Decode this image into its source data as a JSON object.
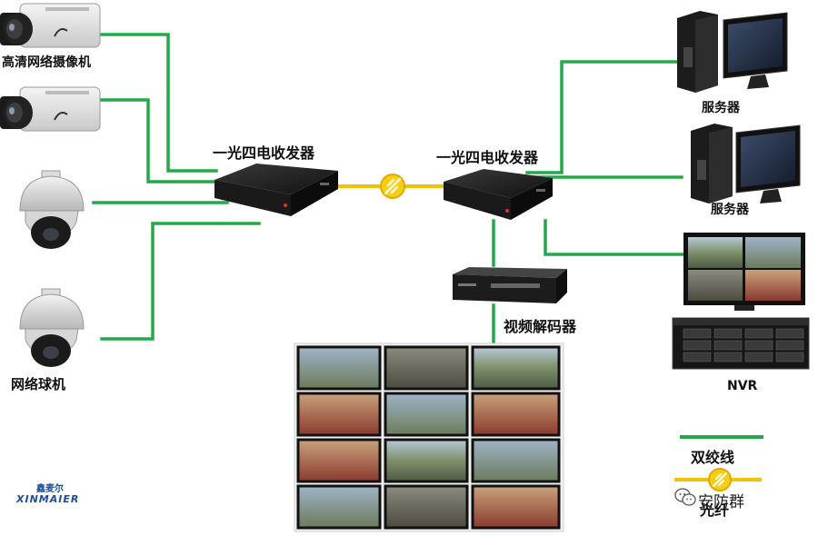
{
  "labels": {
    "hd_camera": "高清网络摄像机",
    "dome_camera": "网络球机",
    "transceiver_left": "一光四电收发器",
    "transceiver_right": "一光四电收发器",
    "server_top": "服务器",
    "server_bottom": "服务器",
    "decoder": "视频解码器",
    "nvr": "NVR"
  },
  "legend": {
    "twisted_pair": "双绞线",
    "fiber": "光纤"
  },
  "colors": {
    "twisted_pair": "#22aa4a",
    "fiber": "#f2c200",
    "device": "#1e1e1e"
  },
  "brand": {
    "cn": "鑫麦尔",
    "en": "XINMAIER"
  },
  "watermark": "安防群"
}
